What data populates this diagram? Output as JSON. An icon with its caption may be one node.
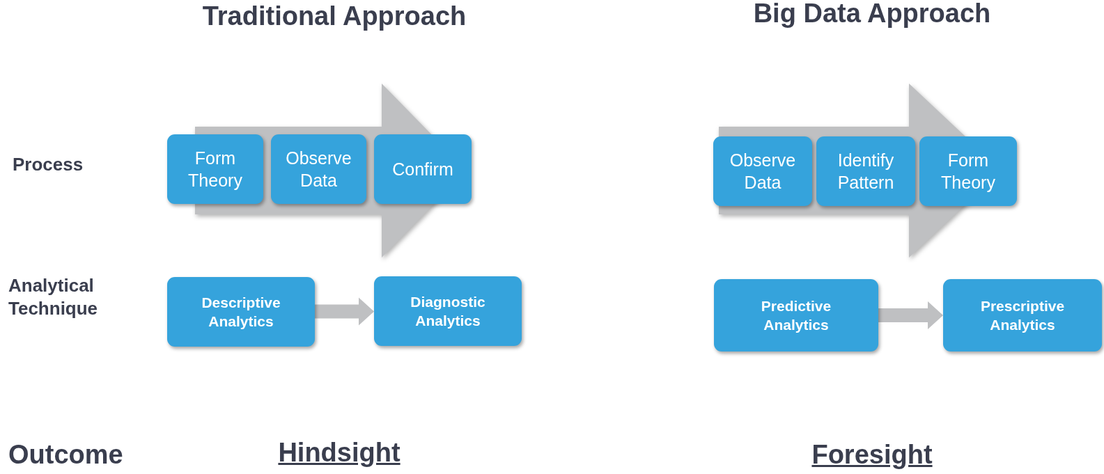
{
  "diagram": {
    "nodes": [
      {
        "text": [
          "Form Theory"
        ]
      },
      {
        "text": [
          "Observe Data"
        ]
      },
      {
        "text": [
          "Confirm"
        ]
      },
      {
        "text": [
          "Descriptive Analytics"
        ]
      },
      {
        "text": [
          "Diagnostic Analytics"
        ]
      },
      {
        "text": [
          "Observe Data"
        ]
      },
      {
        "text": [
          "Identify Pattern"
        ]
      },
      {
        "text": [
          "Form Theory"
        ]
      },
      {
        "text": [
          "Predictive Analytics"
        ]
      },
      {
        "text": [
          "Prescriptive Analytics"
        ]
      }
    ],
    "edges": [
      {
        "from": 0,
        "to": 2,
        "arrow": "to",
        "style": "thick"
      },
      {
        "from": 3,
        "to": 4,
        "arrow": "to",
        "style": "thick"
      },
      {
        "from": 5,
        "to": 7,
        "arrow": "to",
        "style": "thick"
      },
      {
        "from": 8,
        "to": 9,
        "arrow": "to",
        "style": "thick"
      }
    ],
    "labels": [
      "Traditional Approach",
      "Big Data Approach",
      "Process",
      "Analytical Technique",
      "Outcome",
      "Hindsight",
      "Foresight"
    ]
  }
}
